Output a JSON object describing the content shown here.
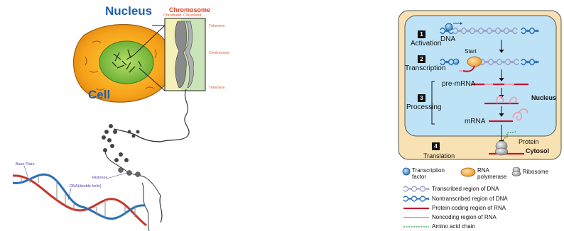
{
  "left_diagram": {
    "labels": {
      "nucleus": "Nucleus",
      "cell": "Cell",
      "chromosome": "Chromosome",
      "chromatid_left": "Chromatid",
      "chromatid_right": "Chromatid",
      "telomere_top": "Telomere",
      "centromere": "Centromere",
      "telomere_bottom": "Telomere",
      "histones": "Histones",
      "base_pairs": "Base Pairs",
      "dna_double_helix": "DNA(double helix)"
    }
  },
  "right_diagram": {
    "steps": [
      {
        "number": "1",
        "label": "Activation"
      },
      {
        "number": "2",
        "label": "Transcription"
      },
      {
        "number": "3",
        "label": "Processing"
      },
      {
        "number": "4",
        "label": "Translation"
      }
    ],
    "labels": {
      "dna": "DNA",
      "start": "Start",
      "pre_mrna": "pre-mRNA",
      "mrna": "mRNA",
      "nucleus": "Nucleus",
      "protein": "Protein",
      "cytosol": "Cytosol"
    },
    "legend": {
      "transcription_factor": "Transcription factor",
      "rna_polymerase": "RNA polymerase",
      "ribosome": "Ribosome",
      "items": [
        "Transcribed region of DNA",
        "Nontranscribed region of DNA",
        "Protein-coding region of RNA",
        "Noncoding region of RNA",
        "Amino acid chain"
      ]
    },
    "colors": {
      "cytosol": "#f8e2b3",
      "nucleus": "#bfe3f6",
      "protein_coding_rna": "#c8102e",
      "noncoding_rna": "#e8a0b4",
      "transcribed_dna": "#9aa3c8",
      "nontranscribed_dna": "#2b6fb6",
      "amino_acid_chain": "#4aa05a"
    }
  }
}
